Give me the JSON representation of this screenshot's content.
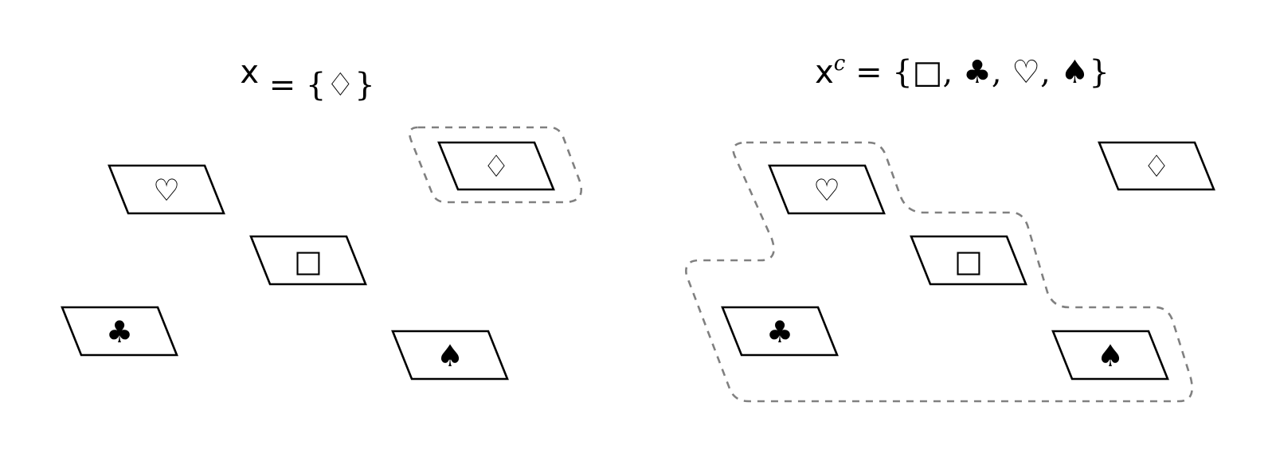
{
  "panels": [
    {
      "title": {
        "var": "x",
        "sup": "",
        "set": " = {♢}"
      },
      "cards": [
        {
          "symbol": "♡"
        },
        {
          "symbol": "♢"
        },
        {
          "symbol": "□"
        },
        {
          "symbol": "♣"
        },
        {
          "symbol": "♠"
        }
      ]
    },
    {
      "title": {
        "var": "x",
        "sup": "c",
        "set": " = {□, ♣, ♡, ♠}"
      },
      "cards": [
        {
          "symbol": "♡"
        },
        {
          "symbol": "♢"
        },
        {
          "symbol": "□"
        },
        {
          "symbol": "♣"
        },
        {
          "symbol": "♠"
        }
      ]
    }
  ],
  "colors": {
    "card_stroke": "#000000",
    "selection_outline": "#808080"
  }
}
